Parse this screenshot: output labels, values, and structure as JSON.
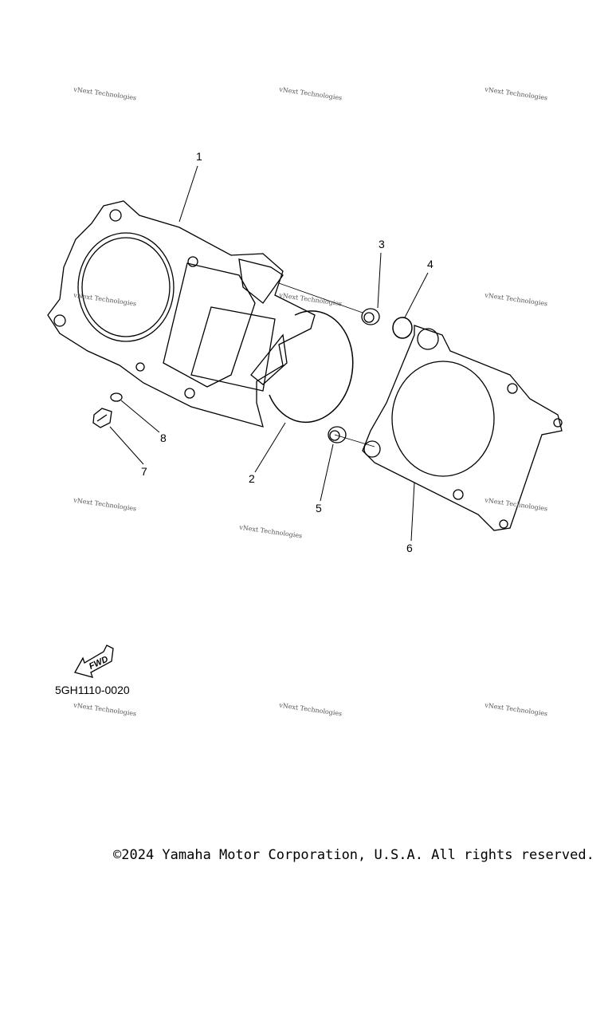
{
  "watermark": "vNext Technologies",
  "callouts": [
    "1",
    "2",
    "3",
    "4",
    "5",
    "6",
    "7",
    "8"
  ],
  "fwd_label": "FWD",
  "diagram_code": "5GH1110-0020",
  "copyright": "©2024 Yamaha Motor Corporation, U.S.A. All rights reserved."
}
